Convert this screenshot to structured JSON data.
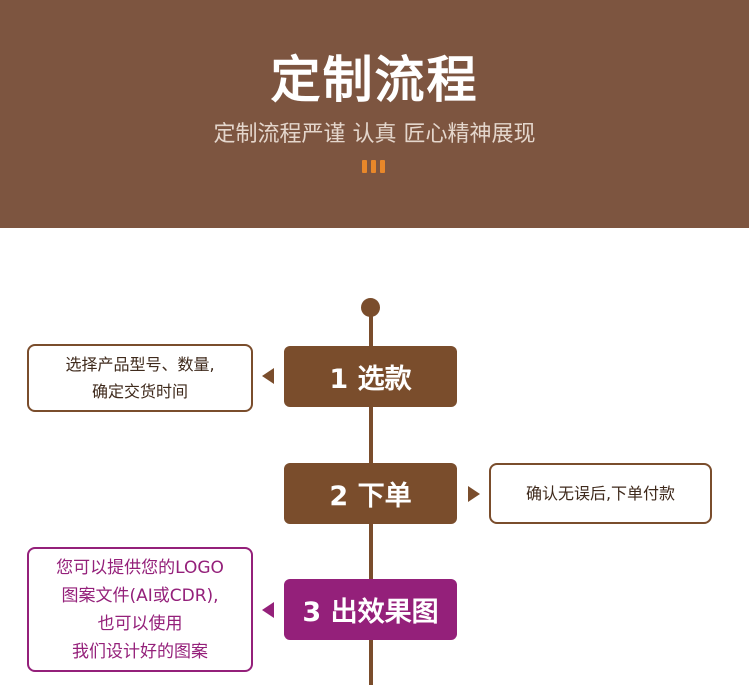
{
  "header": {
    "title": "定制流程",
    "subtitle": "定制流程严谨 认真 匠心精神展现"
  },
  "colors": {
    "header_bg": "#7d5540",
    "step_brown": "#7a4d2c",
    "step_purple": "#94207a",
    "accent_orange": "#e8872a"
  },
  "steps": [
    {
      "label": "1 选款",
      "note_lines": [
        "选择产品型号、数量,",
        "确定交货时间"
      ]
    },
    {
      "label": "2 下单",
      "note_lines": [
        "确认无误后,下单付款"
      ]
    },
    {
      "label": "3 出效果图",
      "note_lines": [
        "您可以提供您的LOGO",
        "图案文件(AI或CDR),",
        "也可以使用",
        "我们设计好的图案"
      ]
    }
  ]
}
